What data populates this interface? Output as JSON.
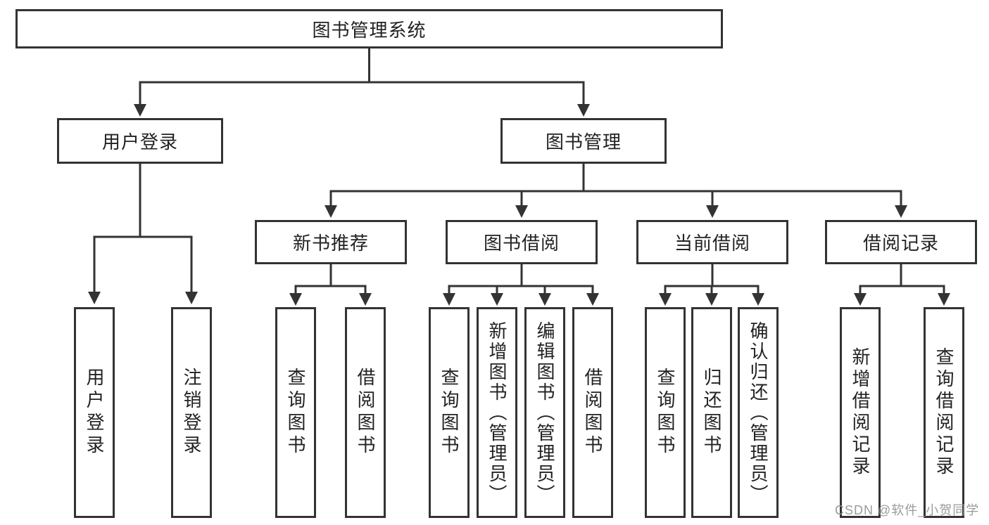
{
  "tree": {
    "label": "图书管理系统",
    "children": [
      {
        "label": "用户登录",
        "children": [
          {
            "label": "用户登录"
          },
          {
            "label": "注销登录"
          }
        ]
      },
      {
        "label": "图书管理",
        "children": [
          {
            "label": "新书推荐",
            "children": [
              {
                "label": "查询图书"
              },
              {
                "label": "借阅图书"
              }
            ]
          },
          {
            "label": "图书借阅",
            "children": [
              {
                "label": "查询图书"
              },
              {
                "label": "新增图书（管理员）"
              },
              {
                "label": "编辑图书（管理员）"
              },
              {
                "label": "借阅图书"
              }
            ]
          },
          {
            "label": "当前借阅",
            "children": [
              {
                "label": "查询图书"
              },
              {
                "label": "归还图书"
              },
              {
                "label": "确认归还（管理员）"
              }
            ]
          },
          {
            "label": "借阅记录",
            "children": [
              {
                "label": "新增借阅记录"
              },
              {
                "label": "查询借阅记录"
              }
            ]
          }
        ]
      }
    ]
  },
  "watermark": {
    "text": "CSDN @软件_小贺同学"
  },
  "colors": {
    "line": "#333333",
    "box_border": "#333333",
    "background": "#ffffff",
    "text": "#222222",
    "watermark": "#969696"
  }
}
